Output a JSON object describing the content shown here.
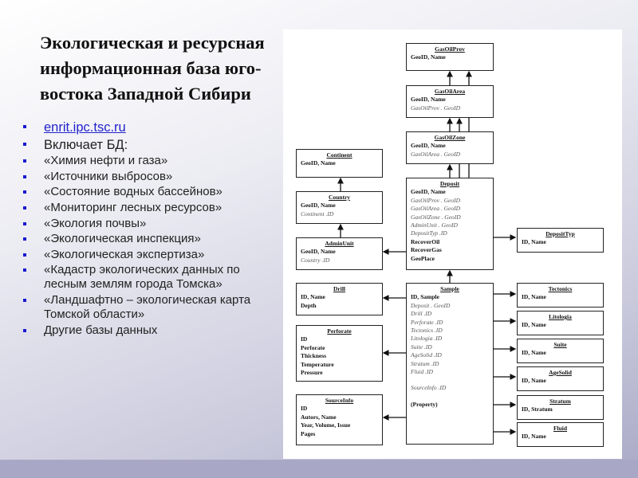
{
  "slide": {
    "title_lines": [
      "Экологическая и ресурсная",
      "информационная база юго-",
      "востока Западной Сибири"
    ],
    "bullets": [
      "enrit.ipc.tsc.ru",
      "Включает БД:",
      "«Химия нефти и газа»",
      "«Источники выбросов»",
      " «Состояние водных бассейнов»",
      "«Мониторинг лесных ресурсов»",
      "«Экология почвы»",
      "«Экологическая инспекция»",
      "«Экологическая экспертиза»",
      "«Кадастр экологических данных по лесным землям города Томска»",
      "«Ландшафтно – экологическая карта Томской области»",
      "Другие базы данных"
    ],
    "colors": {
      "bullet": "#1a1ad0",
      "link": "#2222cc",
      "background_band": "#a8a8c6"
    }
  },
  "diagram": {
    "entities": [
      {
        "id": "gasoilprov",
        "name": "GasOilProv",
        "fields": [
          {
            "t": "GeoID, Name"
          }
        ]
      },
      {
        "id": "gasoilarea",
        "name": "GasOilArea",
        "fields": [
          {
            "t": "GeoID, Name"
          },
          {
            "t": "GasOilProv . GeoID",
            "fk": true
          }
        ]
      },
      {
        "id": "gasoilzone",
        "name": "GasOilZone",
        "fields": [
          {
            "t": "GeoID, Name"
          },
          {
            "t": "GasOilArea . GeoID",
            "fk": true
          }
        ]
      },
      {
        "id": "deposit",
        "name": "Deposit",
        "fields": [
          {
            "t": "GeoID, Name"
          },
          {
            "t": "GasOilProv . GeoID",
            "fk": true
          },
          {
            "t": "GasOilArea . GeoID",
            "fk": true
          },
          {
            "t": "GasOilZone . GeoID",
            "fk": true
          },
          {
            "t": "AdminUnit . GeoID",
            "fk": true
          },
          {
            "t": "DepositTyp .ID",
            "fk": true
          },
          {
            "t": "RecoverOil"
          },
          {
            "t": "RecoverGas"
          },
          {
            "t": "GeoPlace"
          }
        ]
      },
      {
        "id": "continent",
        "name": "Continent",
        "fields": [
          {
            "t": "GeoID, Name"
          }
        ]
      },
      {
        "id": "country",
        "name": "Country",
        "fields": [
          {
            "t": "GeoID, Name"
          },
          {
            "t": "Continent .ID",
            "fk": true
          }
        ]
      },
      {
        "id": "adminunit",
        "name": "AdminUnit",
        "fields": [
          {
            "t": "GeoID, Name"
          },
          {
            "t": "Country .ID",
            "fk": true
          }
        ]
      },
      {
        "id": "deposittyp",
        "name": "DepositTyp",
        "fields": [
          {
            "t": "ID, Name"
          }
        ]
      },
      {
        "id": "sample",
        "name": "Sample",
        "fields": [
          {
            "t": "ID, Sample"
          },
          {
            "t": "Deposit . GeoID",
            "fk": true
          },
          {
            "t": "Drill .ID",
            "fk": true
          },
          {
            "t": "Perforate .ID",
            "fk": true
          },
          {
            "t": "Tectonics .ID",
            "fk": true
          },
          {
            "t": "Litologia .ID",
            "fk": true
          },
          {
            "t": "Suite .ID",
            "fk": true
          },
          {
            "t": "AgeSolid .ID",
            "fk": true
          },
          {
            "t": "Stratum .ID",
            "fk": true
          },
          {
            "t": "Fluid .ID",
            "fk": true
          },
          {
            "t": "SourceInfo .ID",
            "fk": true,
            "gap": true
          },
          {
            "t": "(Property)",
            "gap": true
          }
        ]
      },
      {
        "id": "drill",
        "name": "Drill",
        "fields": [
          {
            "t": "ID, Name"
          },
          {
            "t": "Depth"
          }
        ]
      },
      {
        "id": "perforate",
        "name": "Perforate",
        "fields": [
          {
            "t": "ID"
          },
          {
            "t": "Perforate"
          },
          {
            "t": "Thickness"
          },
          {
            "t": "Temperature"
          },
          {
            "t": "Pressure"
          }
        ]
      },
      {
        "id": "sourceinfo",
        "name": "SourceInfo",
        "fields": [
          {
            "t": "ID"
          },
          {
            "t": "Autors, Name"
          },
          {
            "t": "Year, Volume, Issue"
          },
          {
            "t": "Pages"
          }
        ]
      },
      {
        "id": "tectonics",
        "name": "Tectonics",
        "fields": [
          {
            "t": "ID, Name"
          }
        ]
      },
      {
        "id": "litologia",
        "name": "Litologia",
        "fields": [
          {
            "t": "ID, Name"
          }
        ]
      },
      {
        "id": "suite",
        "name": "Suite",
        "fields": [
          {
            "t": "ID, Name"
          }
        ]
      },
      {
        "id": "agesolid",
        "name": "AgeSolid",
        "fields": [
          {
            "t": "ID, Name"
          }
        ]
      },
      {
        "id": "stratum",
        "name": "Stratum",
        "fields": [
          {
            "t": "ID, Stratum"
          }
        ]
      },
      {
        "id": "fluid",
        "name": "Fluid",
        "fields": [
          {
            "t": "ID, Name"
          }
        ]
      }
    ]
  }
}
